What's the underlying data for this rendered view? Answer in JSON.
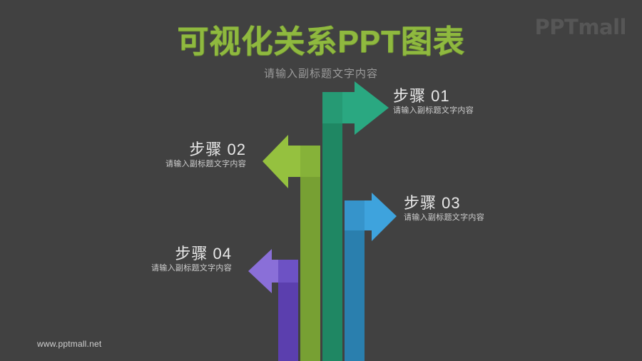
{
  "slide": {
    "background_color": "#414141",
    "title": "可视化关系PPT图表",
    "title_color": "#8fb93f",
    "subtitle": "请输入副标题文字内容",
    "subtitle_color": "#9b9b9b",
    "logo": "PPTmall",
    "logo_color": "#565656",
    "website": "www.pptmall.net"
  },
  "steps": [
    {
      "id": "step-01",
      "heading": "步骤 01",
      "subtext": "请输入副标题文字内容",
      "color": "#2aa881",
      "shaft_color": "#1f8763",
      "direction": "right",
      "align": "left"
    },
    {
      "id": "step-02",
      "heading": "步骤 02",
      "subtext": "请输入副标题文字内容",
      "color": "#95c13f",
      "shaft_color": "#77a033",
      "direction": "left",
      "align": "right"
    },
    {
      "id": "step-03",
      "heading": "步骤 03",
      "subtext": "请输入副标题文字内容",
      "color": "#3ea3dd",
      "shaft_color": "#2a7fae",
      "direction": "right",
      "align": "left"
    },
    {
      "id": "step-04",
      "heading": "步骤 04",
      "subtext": "请输入副标题文字内容",
      "color": "#8a6fd8",
      "shaft_color": "#5b3fae",
      "direction": "left",
      "align": "right"
    }
  ]
}
